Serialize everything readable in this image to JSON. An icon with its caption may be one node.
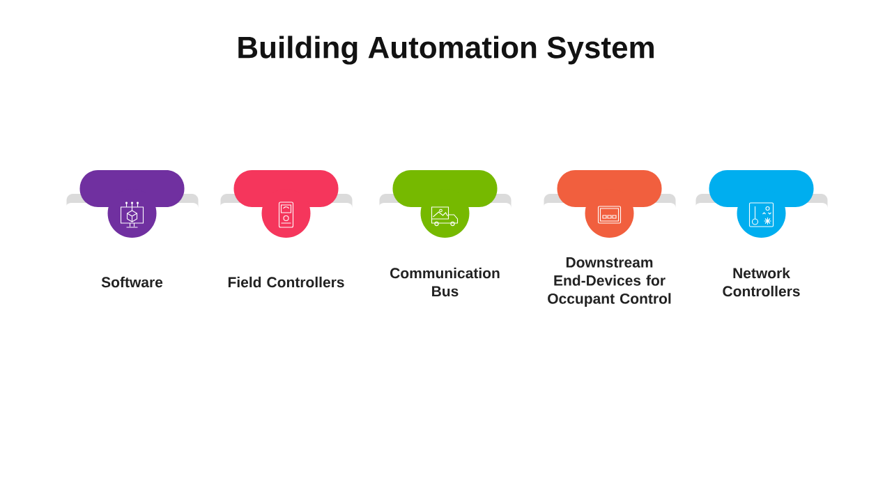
{
  "diagram": {
    "title": "Building Automation System",
    "nodes": [
      {
        "text": [
          "Software"
        ]
      },
      {
        "text": [
          "Field Controllers"
        ]
      },
      {
        "text": [
          "Communication Bus"
        ]
      },
      {
        "text": [
          "Downstream End-Devices for Occupant Control"
        ]
      },
      {
        "text": [
          "Network Controllers"
        ]
      }
    ]
  }
}
